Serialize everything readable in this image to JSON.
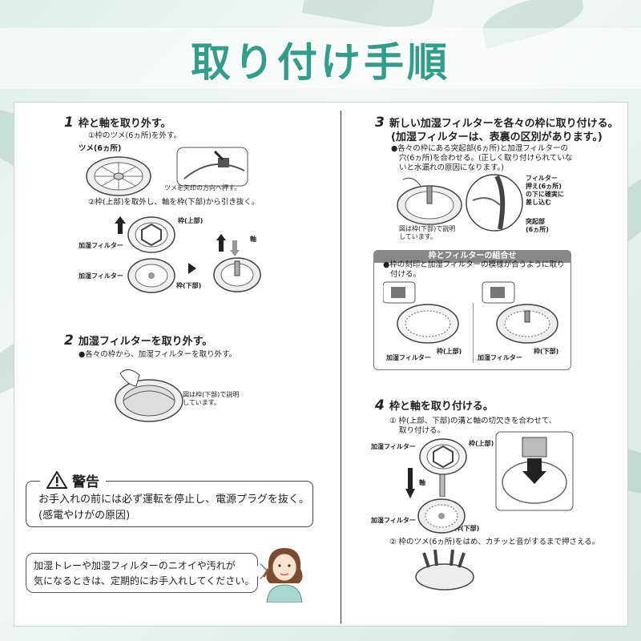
{
  "title": "取り付け手順",
  "step1": {
    "number": "1",
    "heading": "枠と軸を取り外す。",
    "sub1": "①枠のツメ(6ヵ所)を外す。",
    "claw_label": "ツメ(6ヵ所)",
    "arrow_note": "ツメを矢印の方向へ押す。",
    "sub2": "②枠(上部)を取外し、軸を枠(下部)から引き抜く。",
    "frame_top": "枠(上部)",
    "filter": "加湿フィルター",
    "filter2": "加湿フィルター",
    "frame_bottom": "枠(下部)",
    "axis": "軸"
  },
  "step2": {
    "number": "2",
    "heading": "加湿フィルターを取り外す。",
    "bullet": "●各々の枠から、加湿フィルターを取り外す。",
    "fig_note_1": "図は枠(下部)で説明",
    "fig_note_2": "しています。"
  },
  "warning": {
    "title": "警告",
    "line1": "お手入れの前には必ず運転を停止し、電源プラグを抜く。",
    "line2": "(感電やけがの原因)"
  },
  "tip": {
    "line1": "加湿トレーや加湿フィルターのニオイや汚れが",
    "line2": "気になるときは、定期的にお手入れしてください。"
  },
  "step3": {
    "number": "3",
    "heading": "新しい加湿フィルターを各々の枠に取り付ける。",
    "heading2": "(加湿フィルターは、表裏の区別があります。)",
    "bullet1": "●各々の枠にある突起部(6ヵ所)と加湿フィルターの",
    "bullet2": "穴(6ヵ所)を合わせる。(正しく取り付けられていな",
    "bullet3": "いと水漏れの原因になります。)",
    "callout1": "フィルター",
    "callout2": "押え(6ヵ所)",
    "callout3": "の下に確実に",
    "callout4": "差し込む",
    "protrusion1": "突起部",
    "protrusion2": "(6ヵ所)",
    "fig_note_1": "図は枠(下部)で説明",
    "fig_note_2": "しています。"
  },
  "combo": {
    "title": "枠とフィルターの組合せ",
    "bullet1": "●枠の刻印と加湿フィルターの模様が合うように取り",
    "bullet2": "付ける。",
    "left_filter": "加湿フィルター",
    "left_frame": "枠(上部)",
    "right_filter": "加湿フィルター",
    "right_frame": "枠(下部)"
  },
  "step4": {
    "number": "4",
    "heading": "枠と軸を取り付ける。",
    "sub1": "① 枠(上部、下部)の溝と軸の切欠きを合わせて、",
    "sub1b": "取り付ける。",
    "filter_top": "加湿フィルター",
    "frame_top": "枠(上部)",
    "axis": "軸",
    "filter_bottom": "加湿フィルター",
    "frame_bottom": "枠(下部)",
    "sub2": "② 枠のツメ(6ヵ所)をはめ、カチッと音がするまで押さえる。"
  },
  "colors": {
    "title": "#2f9e8a",
    "background": "#e3efea",
    "panel": "#ffffff"
  }
}
